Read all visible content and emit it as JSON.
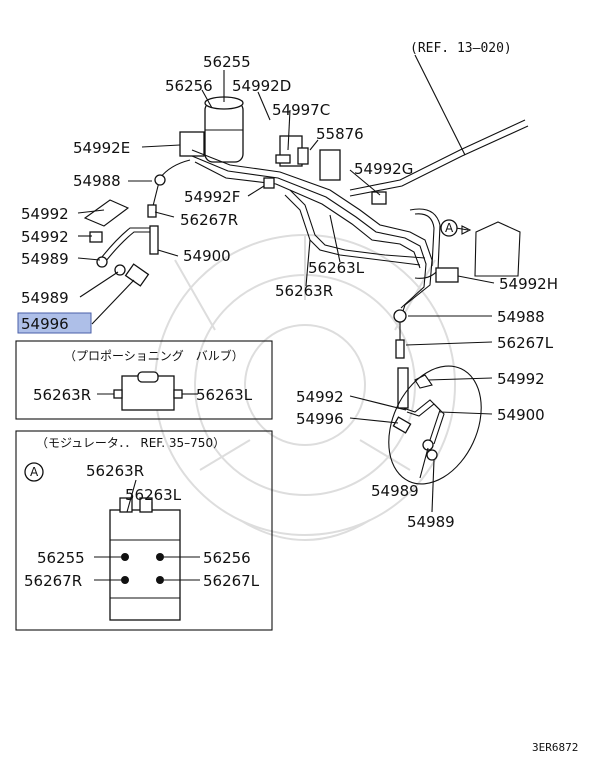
{
  "refs": {
    "top": "(REF. 13–020)",
    "modulator": "（モジュレータ．． REF. 35–750）",
    "valve": "（プロポーショニング　バルブ）"
  },
  "callouts": {
    "a_left": "A",
    "a_box": "A"
  },
  "parts": {
    "p56255_top": "56255",
    "p56256_top": "56256",
    "p54992D": "54992D",
    "p54997C": "54997C",
    "p55876": "55876",
    "p54992E": "54992E",
    "p54992G": "54992G",
    "p54988_top": "54988",
    "p54992F": "54992F",
    "p54992_l1": "54992",
    "p56267R_top": "56267R",
    "p54992_l2": "54992",
    "p54989_l1": "54989",
    "p54900_l": "54900",
    "p56263L_top": "56263L",
    "p56263R_top": "56263R",
    "p54992H": "54992H",
    "p54989_l2": "54989",
    "p54996_l": "54996",
    "p54988_r": "54988",
    "p56267L_r": "56267L",
    "p54992_r1": "54992",
    "p54992_r2": "54992",
    "p54900_r": "54900",
    "p54996_r": "54996",
    "p54989_r1": "54989",
    "p54989_r2": "54989",
    "v56263R": "56263R",
    "v56263L": "56263L",
    "m56263R": "56263R",
    "m56263L": "56263L",
    "m56255": "56255",
    "m56256": "56256",
    "m56267R": "56267R",
    "m56267L": "56267L"
  },
  "footer_code": "3ER6872"
}
